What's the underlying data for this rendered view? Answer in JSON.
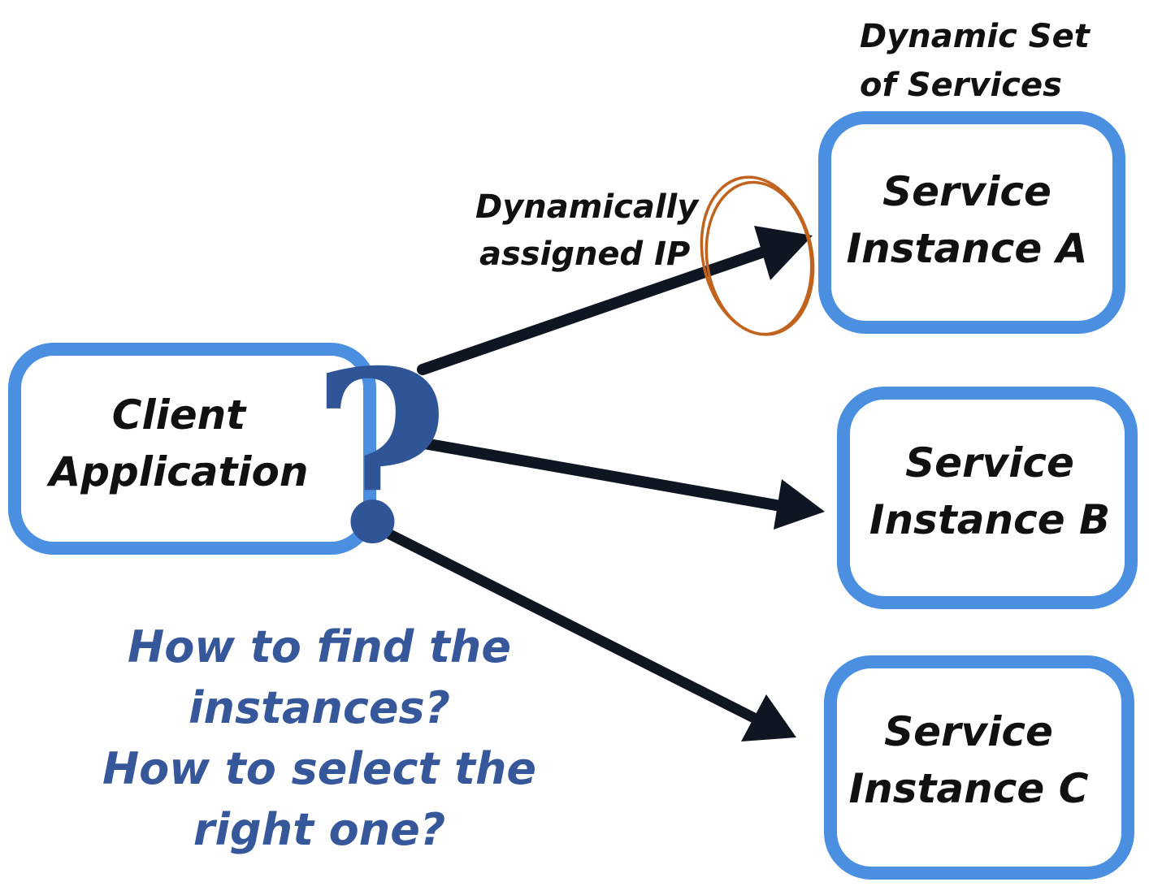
{
  "colors": {
    "box_stroke": "#4a8fe0",
    "arrow": "#0f1622",
    "circle": "#c0631e",
    "question_text": "#36589a",
    "question_mark": "#2f5597"
  },
  "client": {
    "line1": "Client",
    "line2": "Application",
    "question_mark": "?"
  },
  "services_header": {
    "line1": "Dynamic Set",
    "line2": "of Services"
  },
  "ip_note": {
    "line1": "Dynamically",
    "line2": "assigned IP"
  },
  "services": [
    {
      "line1": "Service",
      "line2": "Instance A"
    },
    {
      "line1": "Service",
      "line2": "Instance B"
    },
    {
      "line1": "Service",
      "line2": "Instance C"
    }
  ],
  "questions": {
    "line1": "How to find the",
    "line2": "instances?",
    "line3": "How to select the",
    "line4": "right one?"
  }
}
